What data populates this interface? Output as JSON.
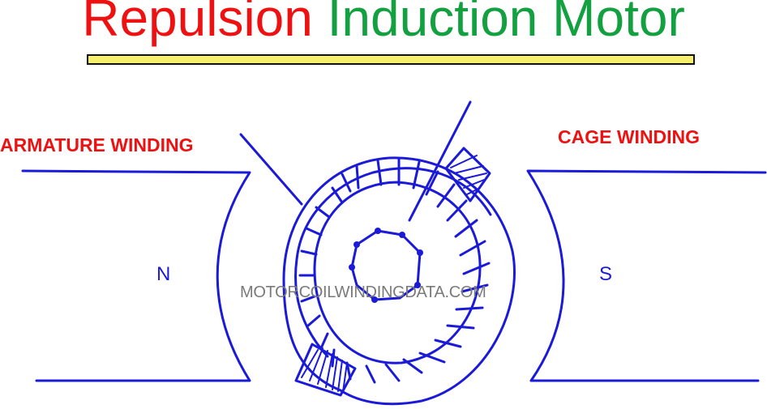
{
  "title": {
    "word1": "Repulsion",
    "word2": "Induction",
    "word3": "Motor"
  },
  "labels": {
    "armature": "ARMATURE WINDING",
    "cage": "CAGE WINDING"
  },
  "poles": {
    "north": "N",
    "south": "S"
  },
  "watermark": "MOTORCOILWINDINGDATA.COM",
  "colors": {
    "title_red": "#ee1111",
    "title_green": "#12a040",
    "label_red": "#ee1111",
    "drawing_blue": "#1a1ad8",
    "underline_yellow": "#f6ef6b",
    "watermark_gray": "#7a7a7a"
  }
}
